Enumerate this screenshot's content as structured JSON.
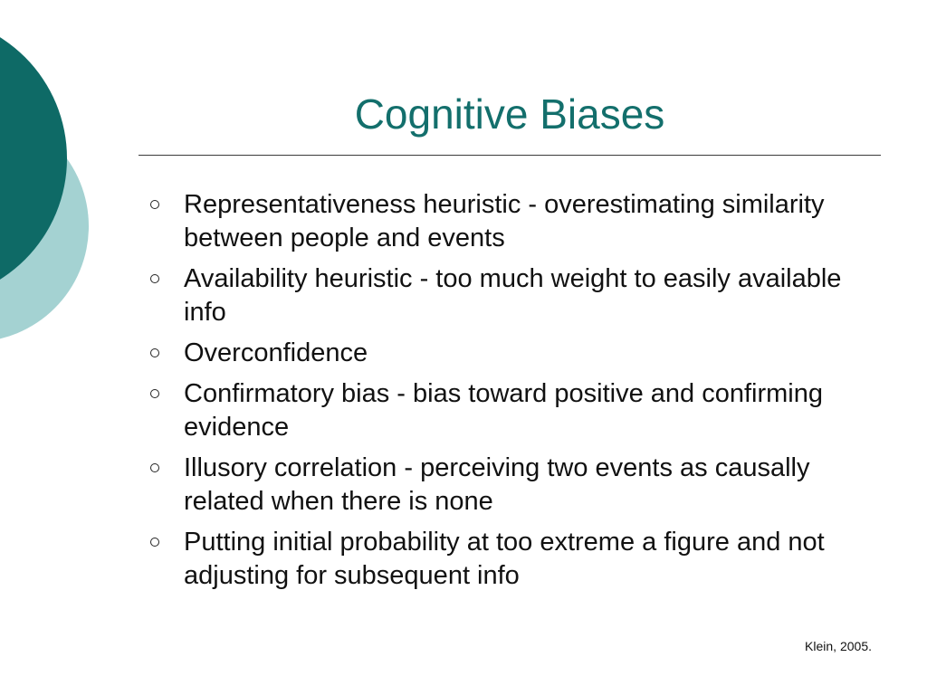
{
  "colors": {
    "accent_dark": "#0e6a66",
    "accent_light": "#a4d2d2",
    "title": "#136f6c"
  },
  "slide": {
    "title": "Cognitive Biases",
    "bullets": [
      "Representativeness heuristic - overestimating similarity between people and events",
      "Availability heuristic - too much weight to easily available info",
      "Overconfidence",
      "Confirmatory bias - bias toward positive and confirming evidence",
      "Illusory correlation - perceiving two events as causally related when there is none",
      "Putting initial probability at too extreme a figure and not adjusting for subsequent info"
    ],
    "citation": "Klein, 2005."
  }
}
